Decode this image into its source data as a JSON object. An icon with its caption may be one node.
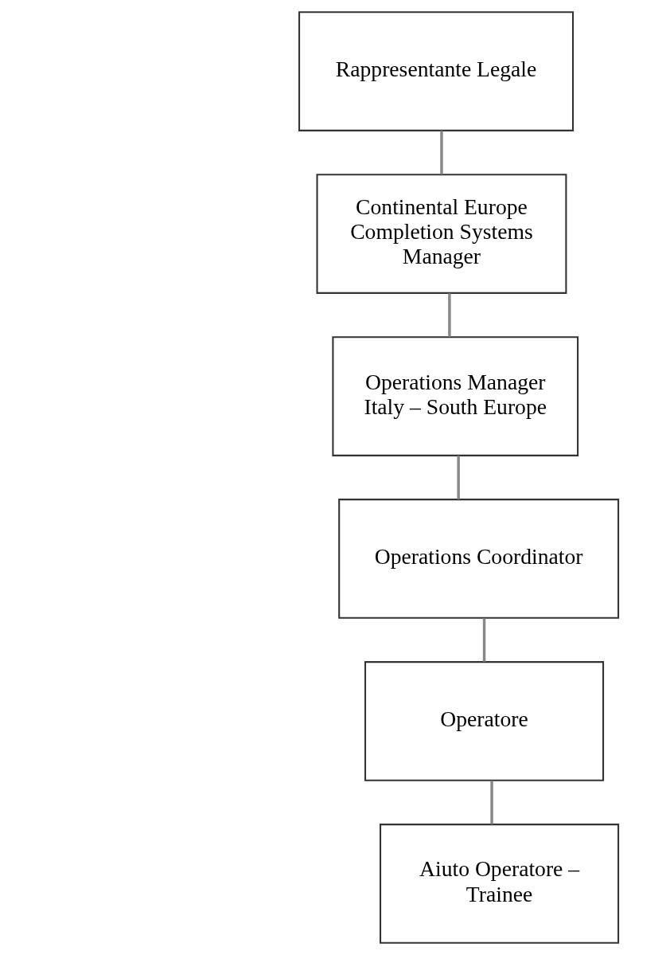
{
  "diagram": {
    "nodes": [
      {
        "text": [
          "Rappresentante Legale"
        ]
      },
      {
        "text": [
          "Continental Europe Completion Systems Manager"
        ]
      },
      {
        "text": [
          "Operations Manager Italy – South Europe"
        ]
      },
      {
        "text": [
          "Operations Coordinator"
        ]
      },
      {
        "text": [
          "Operatore"
        ]
      },
      {
        "text": [
          "Aiuto Operatore – Trainee"
        ]
      }
    ],
    "edges": [
      {
        "from": 0,
        "to": 1,
        "arrow": "none"
      },
      {
        "from": 1,
        "to": 2,
        "arrow": "none"
      },
      {
        "from": 2,
        "to": 3,
        "arrow": "none"
      },
      {
        "from": 3,
        "to": 4,
        "arrow": "none"
      },
      {
        "from": 4,
        "to": 5,
        "arrow": "none"
      }
    ]
  }
}
